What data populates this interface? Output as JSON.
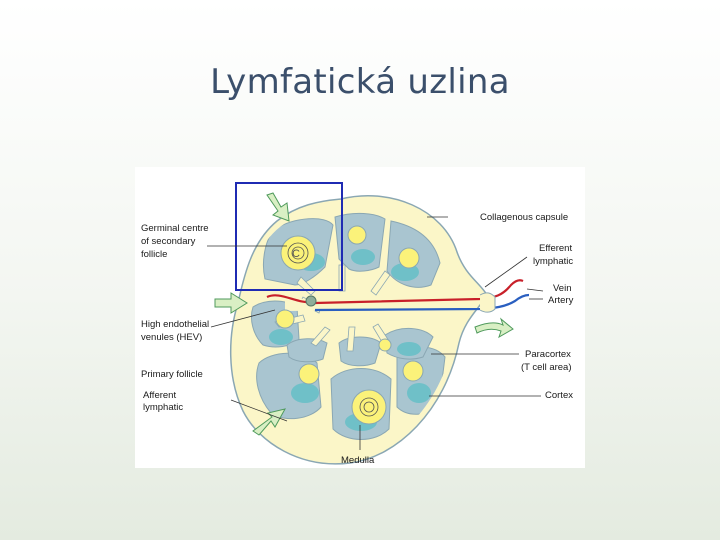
{
  "slide": {
    "title": "Lymfatická uzlina"
  },
  "diagram": {
    "labels": {
      "germinal_centre": [
        "Germinal centre",
        "of secondary",
        "follicle"
      ],
      "hev": [
        "High endothelial",
        "venules (HEV)"
      ],
      "primary_follicle": "Primary follicle",
      "afferent_lymphatic": [
        "Afferent",
        "lymphatic"
      ],
      "collagenous_capsule": "Collagenous capsule",
      "efferent_lymphatic": [
        "Efferent",
        "lymphatic"
      ],
      "vein": "Vein",
      "artery": "Artery",
      "paracortex": [
        "Paracortex",
        "(T cell area)"
      ],
      "cortex": "Cortex",
      "medulla": "Medulla"
    },
    "colors": {
      "capsule_fill": "#fbf6c8",
      "lobule_fill": "#a9c5d0",
      "lobule_border": "#8aa7b3",
      "follicle_fill": "#fbf27a",
      "paracortex_fill": "#6fc0c8",
      "vein": "#c8202a",
      "artery": "#2a5fc0",
      "arrow_fill": "#d9efc4",
      "arrow_stroke": "#4f9a5c",
      "highlight_box": "#1f2bb3"
    }
  }
}
